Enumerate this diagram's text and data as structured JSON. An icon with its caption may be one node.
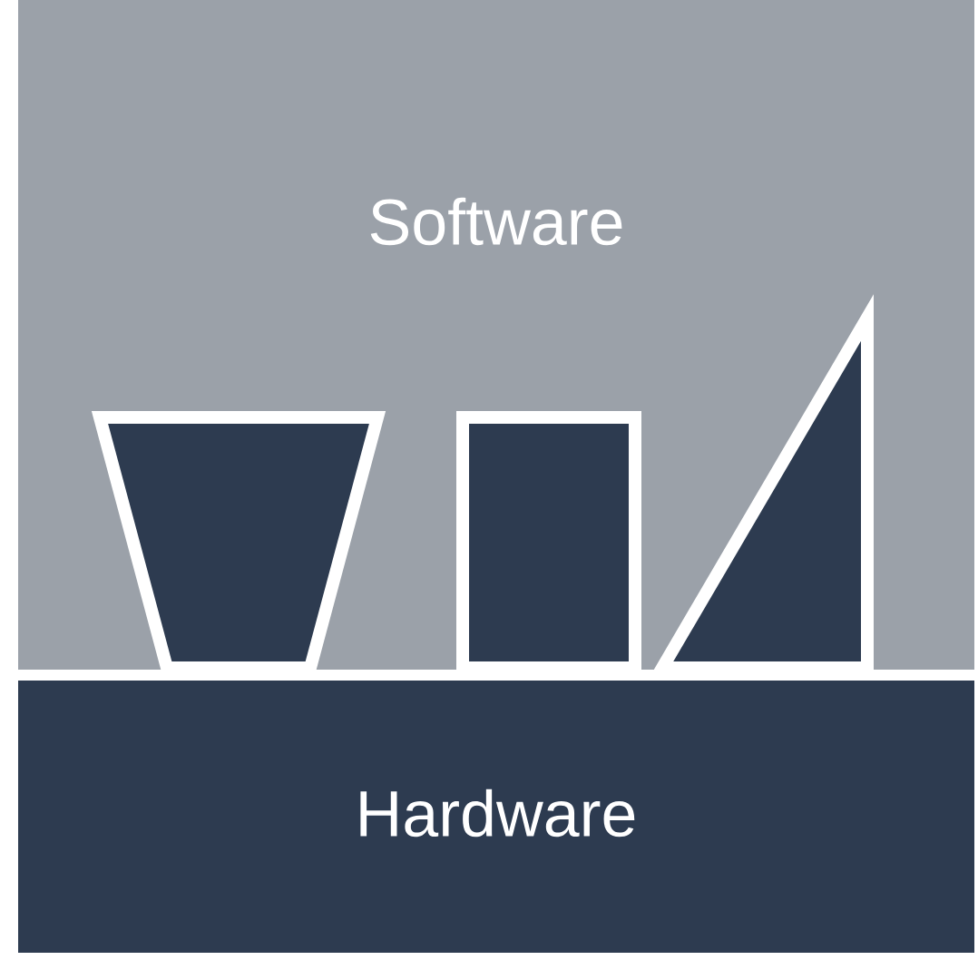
{
  "diagram": {
    "nodes": [
      {
        "text": [
          "Software"
        ]
      },
      {
        "text": [
          "Hardware"
        ]
      },
      {
        "text": [],
        "shape": "trapezoid",
        "in": 0
      },
      {
        "text": [],
        "shape": "box",
        "in": 0
      },
      {
        "text": [],
        "shape": "triangle",
        "in": 0
      }
    ]
  }
}
